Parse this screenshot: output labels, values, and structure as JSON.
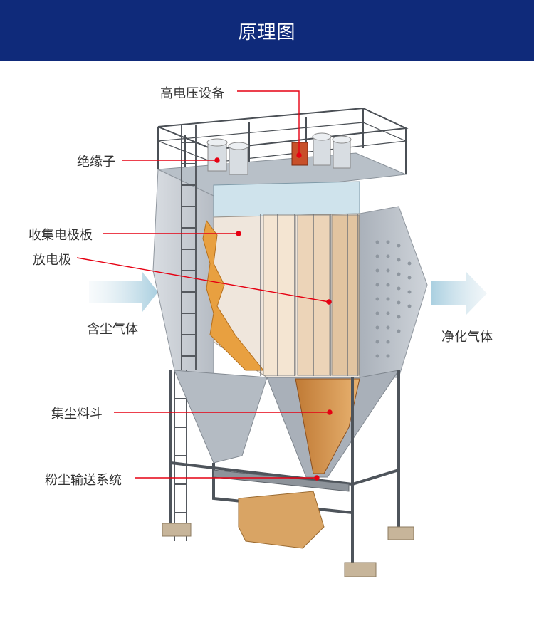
{
  "header": {
    "title": "原理图"
  },
  "labels": {
    "high_voltage": "高电压设备",
    "insulator": "绝缘子",
    "collector_plate": "收集电极板",
    "discharge_electrode": "放电极",
    "dusty_gas": "含尘气体",
    "clean_gas": "净化气体",
    "dust_hopper": "集尘料斗",
    "dust_conveyor": "粉尘输送系统"
  },
  "colors": {
    "header_bg": "#0f2a7a",
    "leader": "#e60012",
    "steel": "#bfc5cc",
    "dust": "#e8a040"
  }
}
